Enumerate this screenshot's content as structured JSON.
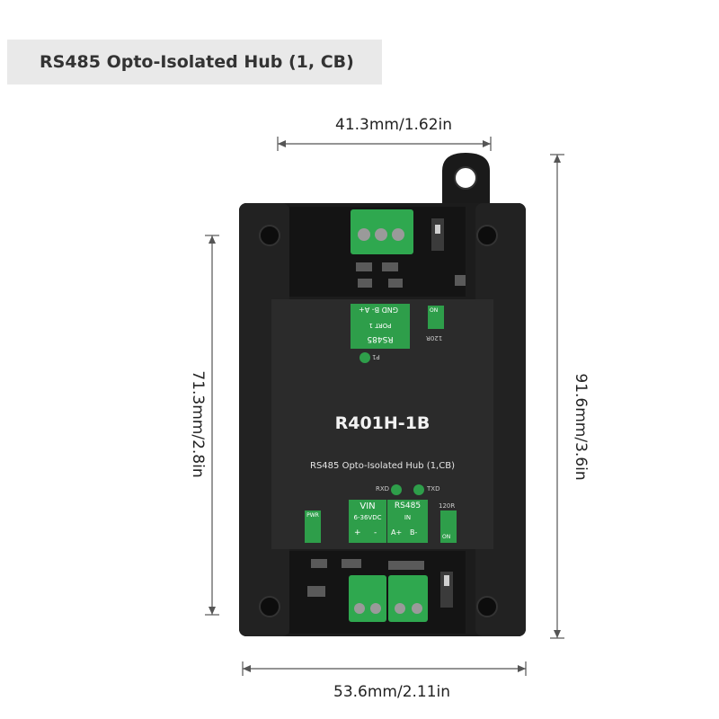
{
  "header": {
    "title": "RS485 Opto-Isolated Hub (1, CB)"
  },
  "dimensions": {
    "top_width": "41.3mm/1.62in",
    "bottom_width": "53.6mm/2.11in",
    "left_height": "71.3mm/2.8in",
    "right_height": "91.6mm/3.6in"
  },
  "device": {
    "model": "R401H-1B",
    "subtitle": "RS485 Opto-Isolated Hub (1,CB)",
    "top_port": {
      "pins": "GND  B-  A+",
      "port_name": "PORT 1",
      "bus_name": "RS485",
      "led": "P1",
      "switch_state": "ON",
      "switch_label": "120R"
    },
    "bottom_ports": {
      "rxd": "RXD",
      "txd": "TXD",
      "vin_label": "VIN",
      "vin_range": "6-36VDC",
      "vin_plus": "+",
      "vin_minus": "-",
      "rs485_label": "RS485",
      "rs485_dir": "IN",
      "rs485_a": "A+",
      "rs485_b": "B-",
      "pwr": "PWR",
      "switch_label": "120R",
      "switch_state": "ON"
    }
  },
  "colors": {
    "enclosure": "#1c1c1c",
    "panel": "#2b2b2b",
    "terminal_green": "#2fa84f",
    "label_green": "#2e9e4a"
  }
}
